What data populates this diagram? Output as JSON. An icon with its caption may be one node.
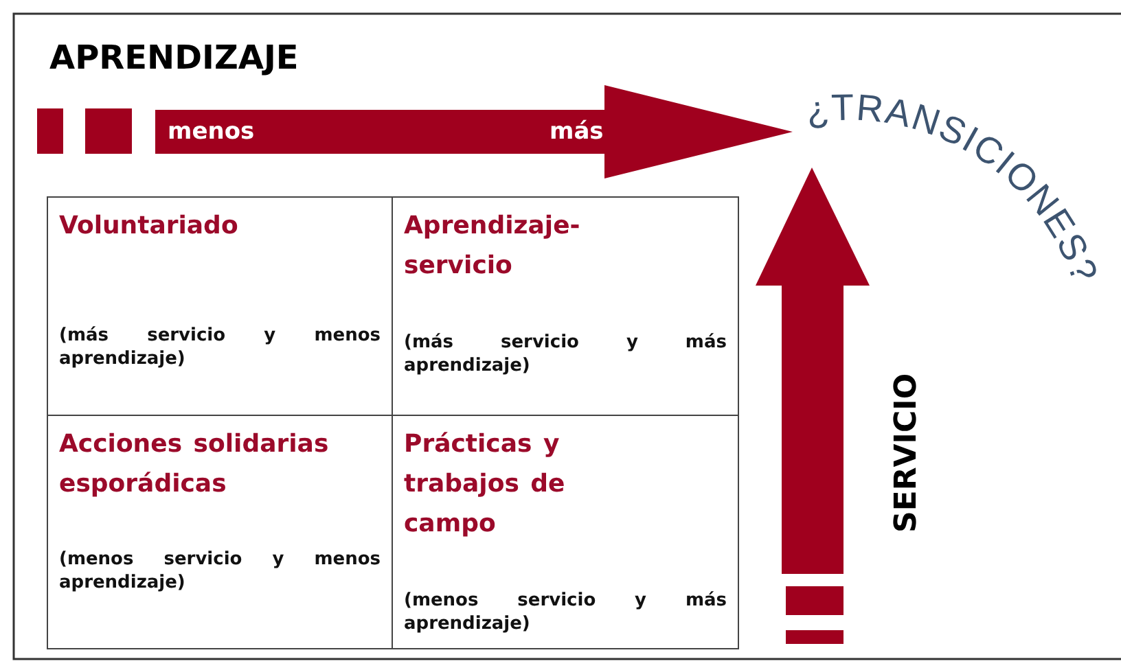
{
  "diagram": {
    "nodes": [
      {
        "text": [
          "Voluntariado",
          "(más servicio y menos aprendizaje)"
        ]
      },
      {
        "text": [
          "Aprendizaje-servicio",
          "(más servicio y más aprendizaje)"
        ]
      },
      {
        "text": [
          "Acciones solidarias esporádicas",
          "(menos servicio y menos aprendizaje)"
        ]
      },
      {
        "text": [
          "Prácticas y trabajos de campo",
          "(menos servicio y más aprendizaje)"
        ]
      }
    ],
    "labels": [
      "APRENDIZAJE",
      "menos",
      "más",
      "¿TRANSICIONES?",
      "SERVICIO"
    ]
  }
}
